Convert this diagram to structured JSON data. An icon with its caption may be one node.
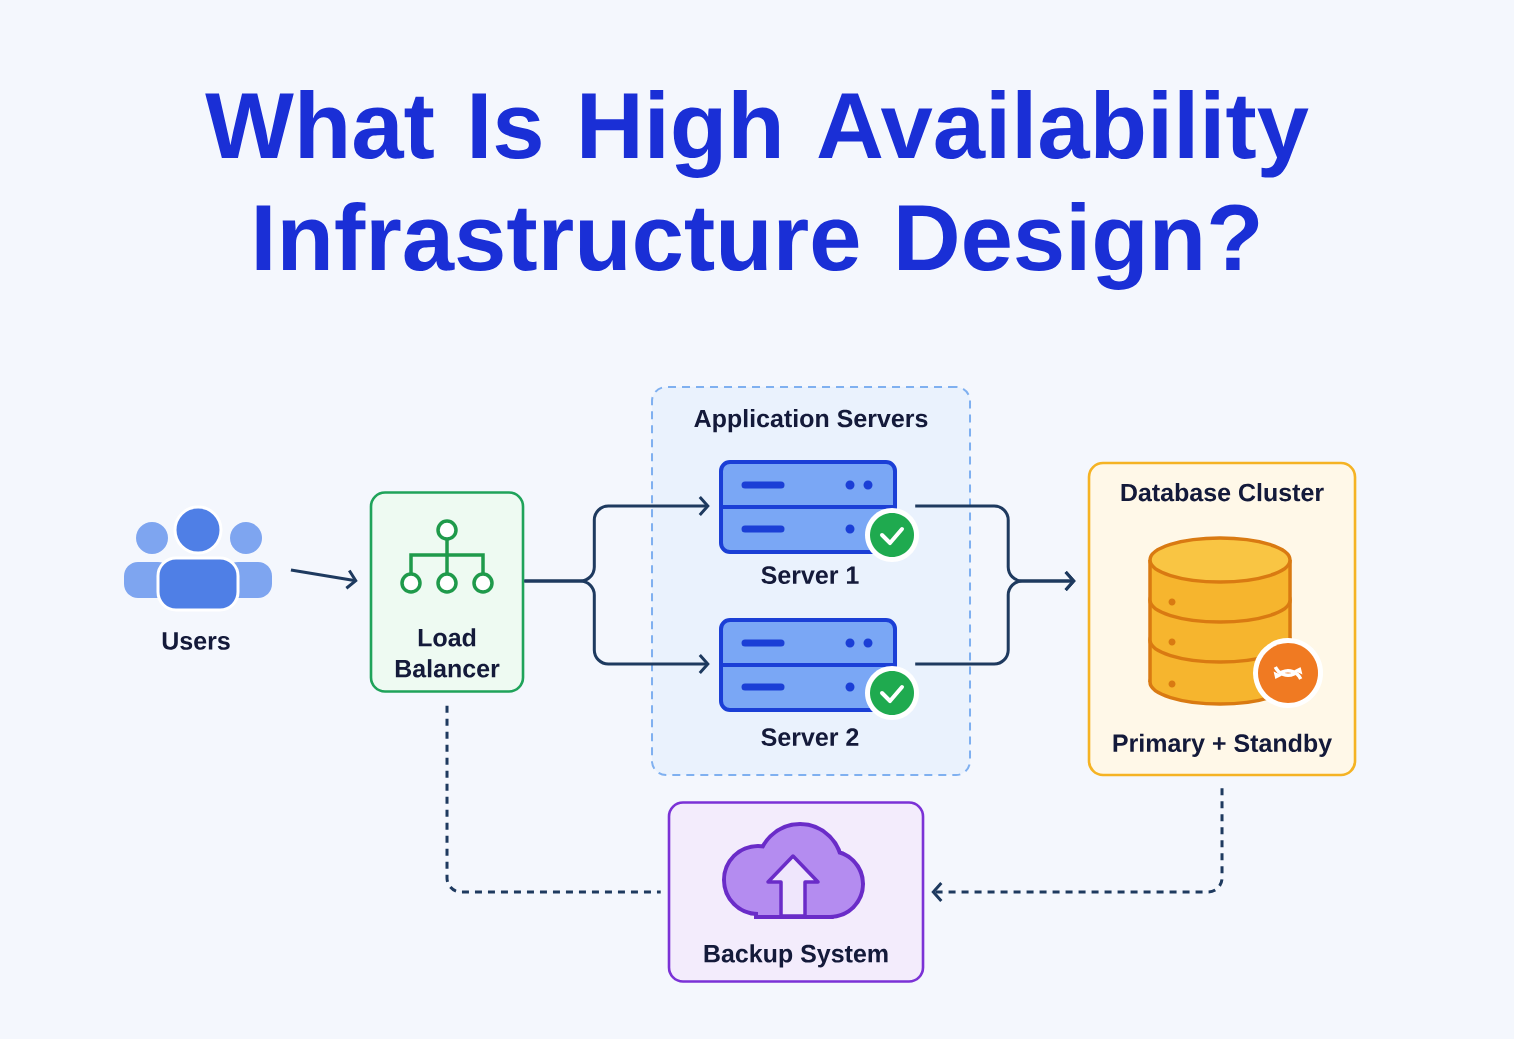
{
  "diagram": {
    "title": "What Is High Availability Infrastructure Design?",
    "nodes": [
      {
        "text": [
          "Users"
        ]
      },
      {
        "text": [
          "Load Balancer"
        ]
      },
      {
        "text": [
          "Application Servers"
        ]
      },
      {
        "text": [
          "Server 1"
        ],
        "in": 2
      },
      {
        "text": [
          "Server 2"
        ],
        "in": 2
      },
      {
        "text": [
          "Database Cluster",
          "Primary + Standby"
        ]
      },
      {
        "text": [
          "Backup System"
        ]
      }
    ],
    "edges": [
      {
        "from": 0,
        "to": 1,
        "arrow": "to"
      },
      {
        "from": 1,
        "to": 3,
        "arrow": "to"
      },
      {
        "from": 1,
        "to": 4,
        "arrow": "to"
      },
      {
        "from": 3,
        "to": 5,
        "arrow": "to"
      },
      {
        "from": 4,
        "to": 5,
        "arrow": "to"
      },
      {
        "from": 1,
        "to": 6,
        "arrow": "none",
        "style": "dashed"
      },
      {
        "from": 5,
        "to": 6,
        "arrow": "to",
        "style": "dashed"
      }
    ]
  }
}
